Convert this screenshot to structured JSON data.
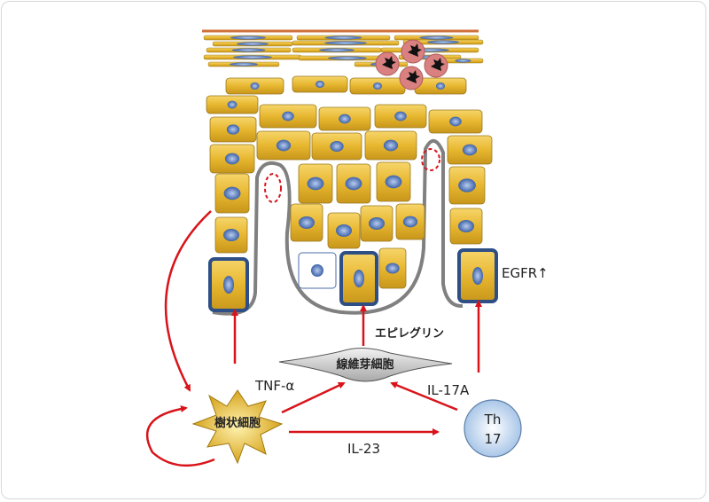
{
  "labels": {
    "tnf": "TNF-α",
    "epiregulin": "エピレグリン",
    "il17a": "IL-17A",
    "il23": "IL-23",
    "egfr": "EGFR↑",
    "fibroblast": "線維芽細胞",
    "dendritic": "樹状細胞",
    "th17_line1": "Th",
    "th17_line2": "17"
  },
  "colors": {
    "arrow": "#d8141a",
    "cell": "#e8b730",
    "nucleus": "#5a7fc0",
    "highlight_border": "#2e4f86",
    "membrane": "#808080",
    "neutrophil": "#d98080",
    "th17": "#bcd3ec"
  }
}
